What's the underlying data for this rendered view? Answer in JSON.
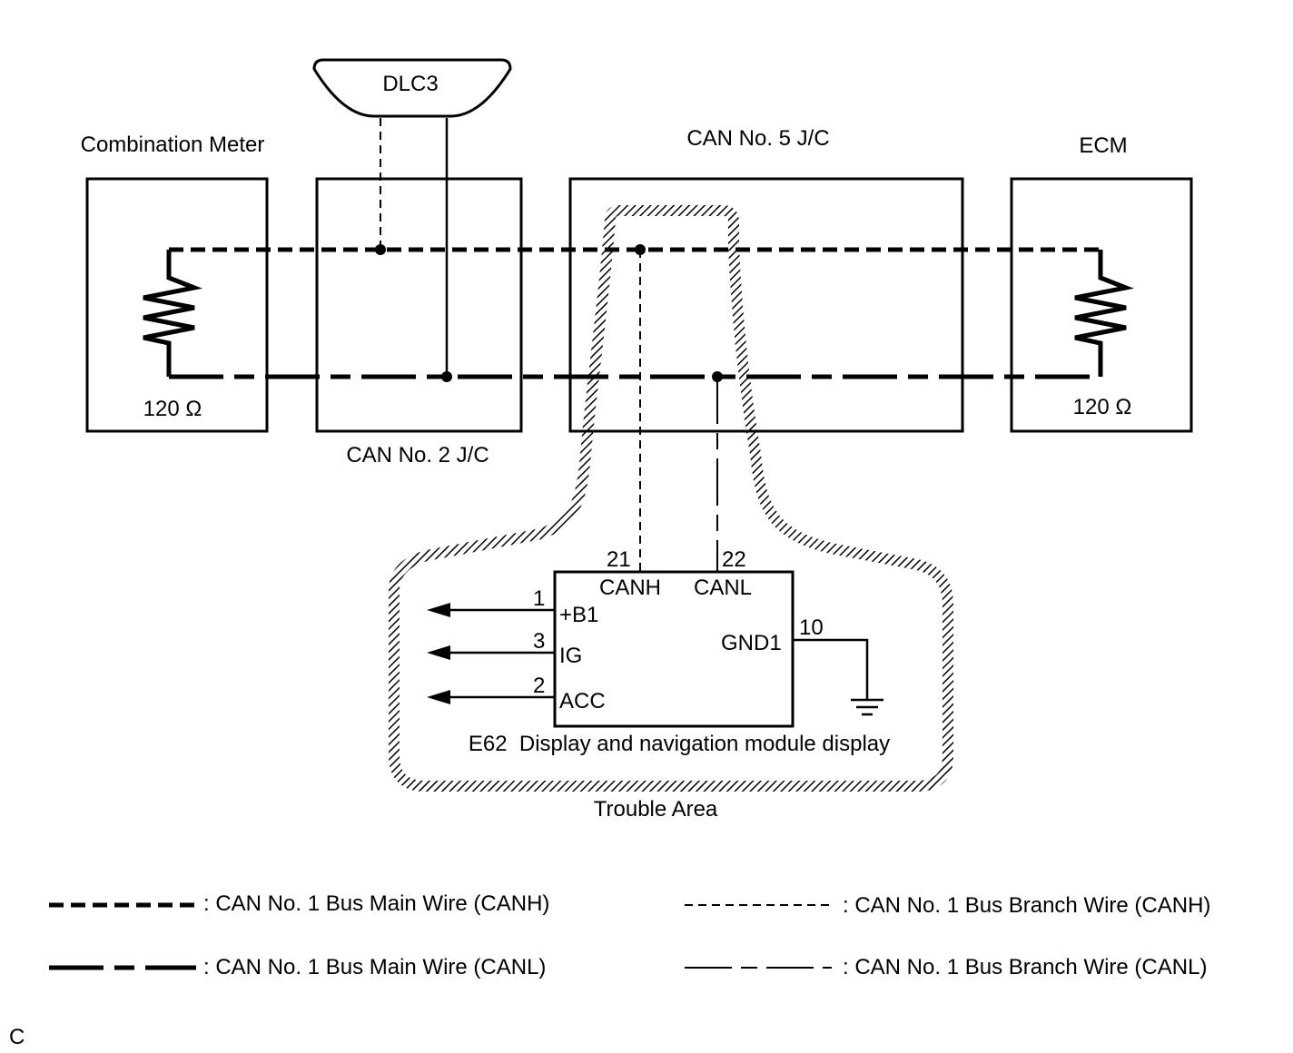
{
  "components": {
    "combination_meter": {
      "name": "Combination Meter",
      "resistor": "120 Ω"
    },
    "dlc3": {
      "name": "DLC3"
    },
    "can_no2_jc": {
      "name": "CAN No. 2 J/C"
    },
    "can_no5_jc": {
      "name": "CAN No. 5 J/C"
    },
    "ecm": {
      "name": "ECM",
      "resistor": "120 Ω"
    },
    "module": {
      "name": "E62  Display and navigation module display",
      "pins": {
        "canh": {
          "number": "21",
          "label": "CANH"
        },
        "canl": {
          "number": "22",
          "label": "CANL"
        },
        "b1": {
          "number": "1",
          "label": "+B1"
        },
        "ig": {
          "number": "3",
          "label": "IG"
        },
        "acc": {
          "number": "2",
          "label": "ACC"
        },
        "gnd1": {
          "number": "10",
          "label": "GND1"
        }
      }
    }
  },
  "trouble_area": "Trouble Area",
  "legend": {
    "main_canh": ": CAN No. 1 Bus Main Wire (CANH)",
    "main_canl": ": CAN No. 1 Bus Main Wire (CANL)",
    "branch_canh": ": CAN No. 1 Bus Branch Wire (CANH)",
    "branch_canl": ": CAN No. 1 Bus Branch Wire (CANL)"
  },
  "corner_mark": "C"
}
